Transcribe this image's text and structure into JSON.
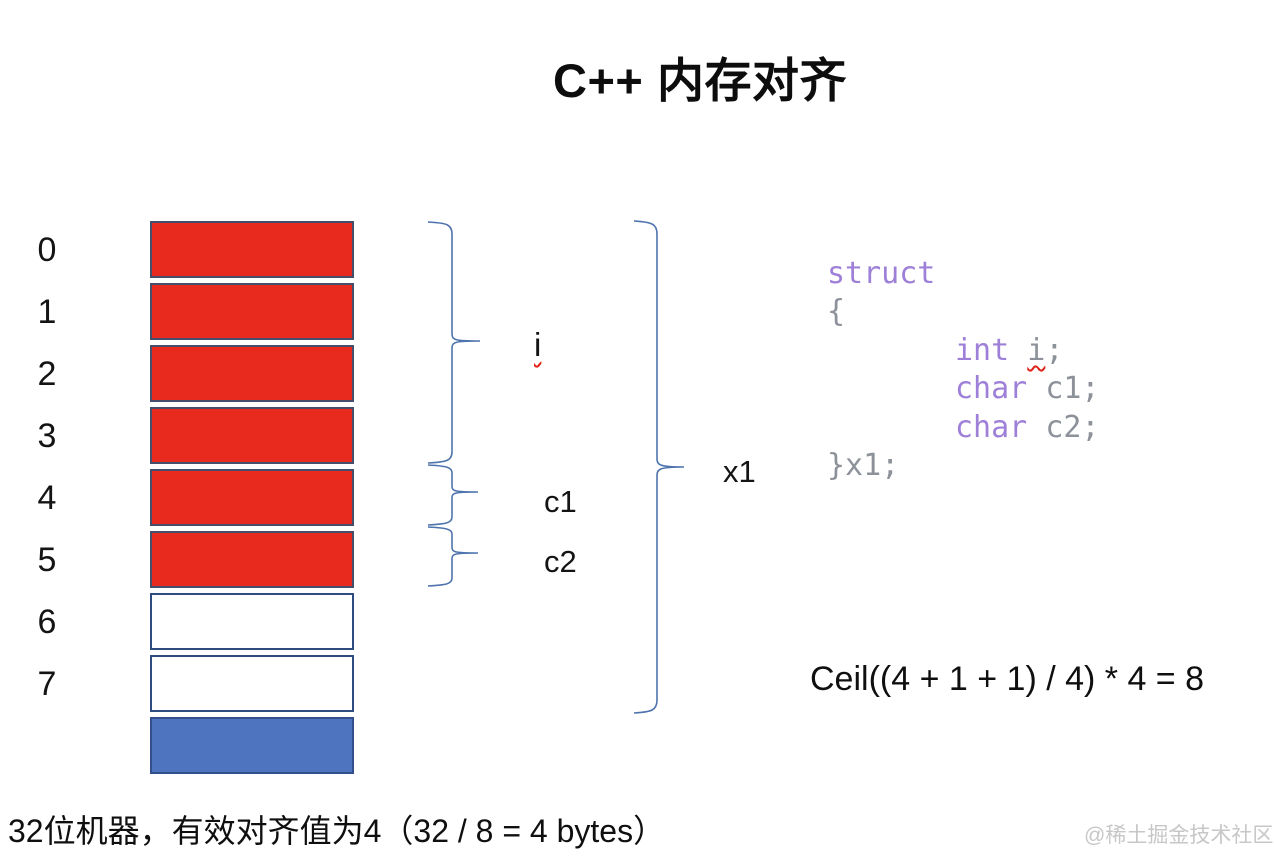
{
  "title": "C++ 内存对齐",
  "memory": {
    "rows": [
      {
        "label": "0",
        "fill": "red"
      },
      {
        "label": "1",
        "fill": "red"
      },
      {
        "label": "2",
        "fill": "red"
      },
      {
        "label": "3",
        "fill": "red"
      },
      {
        "label": "4",
        "fill": "red"
      },
      {
        "label": "5",
        "fill": "red"
      },
      {
        "label": "6",
        "fill": "white"
      },
      {
        "label": "7",
        "fill": "white"
      },
      {
        "label": "",
        "fill": "blue"
      }
    ],
    "colors": {
      "red": "#e8291d",
      "white": "#ffffff",
      "blue": "#4e74c0",
      "border_red": "#454f6b",
      "border_white": "#2e4d7e",
      "border_blue": "#33508c",
      "brace": "#4f74ad"
    }
  },
  "labels": {
    "i": "i",
    "c1": "c1",
    "c2": "c2",
    "x1": "x1"
  },
  "code": {
    "keyword_color": "#9e80d8",
    "plain_color": "#8d929a",
    "lines": [
      {
        "indent": 0,
        "tokens": [
          {
            "text": "struct",
            "style": "keyword"
          }
        ]
      },
      {
        "indent": 0,
        "tokens": [
          {
            "text": "{",
            "style": "plain"
          }
        ]
      },
      {
        "indent": 1,
        "tokens": [
          {
            "text": "int",
            "style": "keyword"
          },
          {
            "text": " ",
            "style": "plain"
          },
          {
            "text": "i",
            "style": "plain",
            "squiggle": true
          },
          {
            "text": ";",
            "style": "plain"
          }
        ]
      },
      {
        "indent": 1,
        "tokens": [
          {
            "text": "char",
            "style": "keyword"
          },
          {
            "text": " ",
            "style": "plain"
          },
          {
            "text": "c1;",
            "style": "plain"
          }
        ]
      },
      {
        "indent": 1,
        "tokens": [
          {
            "text": "char",
            "style": "keyword"
          },
          {
            "text": " ",
            "style": "plain"
          },
          {
            "text": "c2;",
            "style": "plain"
          }
        ]
      },
      {
        "indent": 0,
        "tokens": [
          {
            "text": "}x1;",
            "style": "plain"
          }
        ]
      }
    ]
  },
  "formula": "Ceil((4 + 1 + 1) / 4) * 4 = 8",
  "footnote": "32位机器，有效对齐值为4（32 / 8 = 4 bytes）",
  "watermark": "@稀土掘金技术社区"
}
